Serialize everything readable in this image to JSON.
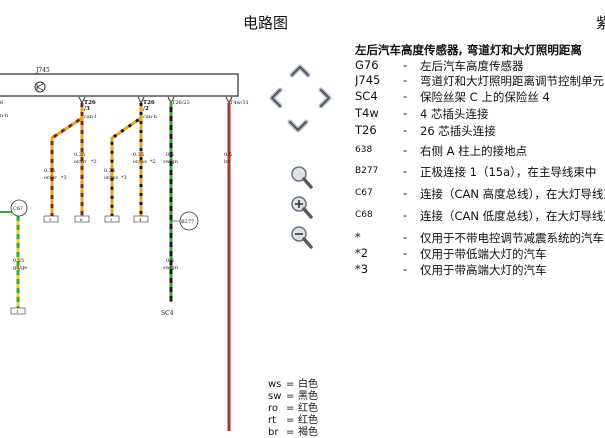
{
  "header": {
    "title": "电路图",
    "title_partial": "紫"
  },
  "diagram": {
    "component_label": "J745",
    "connector_t26": "T26",
    "pins": {
      "p3": "/3",
      "p2": "/2",
      "t26_23": "T26/23",
      "t4_31": "T4w/31"
    },
    "wire_labels": {
      "can_h_left": "can-h",
      "can_l": "can-l",
      "can_h": "can-h",
      "sw_gn": "sw/gn",
      "br": "br",
      "gn_ge": "gn/ge"
    },
    "gauges": {
      "g035": "0.35",
      "g05": "0.5"
    },
    "colors": {
      "or_br": "or/br",
      "or_ws": "or/ws",
      "or_ws2": "or/ws"
    },
    "stars": {
      "s3": "*3",
      "s2": "*2"
    },
    "nodes": {
      "c67": "C67",
      "b277": "B277",
      "sc4": "SC4"
    },
    "edge_labels": {
      "e6": "6",
      "eh": "n-h",
      "e2": "2"
    },
    "bottom_labels": {
      "b1": "5",
      "b2": "6",
      "b3": "3",
      "b4": "4",
      "b5": "1",
      "b6": "2"
    }
  },
  "navigation": {
    "up": "pan-up",
    "left": "pan-left",
    "right": "pan-right",
    "down": "pan-down",
    "zoom_fit": "zoom-fit",
    "zoom_in": "zoom-in",
    "zoom_out": "zoom-out"
  },
  "legend": {
    "title": "左后汽车高度传感器, 弯道灯和大灯照明距离",
    "items": [
      {
        "code": "G76",
        "dash": "-",
        "desc": "左后汽车高度传感器",
        "small": false
      },
      {
        "code": "J745",
        "dash": "-",
        "desc": "弯道灯和大灯照明距离调节控制单元",
        "small": false
      },
      {
        "code": "SC4",
        "dash": "-",
        "desc": "保险丝架 C 上的保险丝 4",
        "small": false
      },
      {
        "code": "T4w",
        "dash": "-",
        "desc": "4 芯插头连接",
        "small": false
      },
      {
        "code": "T26",
        "dash": "-",
        "desc": "26 芯插头连接",
        "small": false
      },
      {
        "code": "638",
        "dash": "-",
        "desc": "右侧 A 柱上的接地点",
        "small": true
      },
      {
        "code": "B277",
        "dash": "-",
        "desc": "正极连接 1（15a），在主导线束中",
        "small": true
      },
      {
        "code": "C67",
        "dash": "-",
        "desc": "连接（CAN 高度总线），在大灯导线束中",
        "small": true
      },
      {
        "code": "C68",
        "dash": "-",
        "desc": "连接（CAN 低度总线），在大灯导线束中",
        "small": true
      },
      {
        "code": "*",
        "dash": "-",
        "desc": "仅用于不带电控调节减震系统的汽车",
        "small": false
      },
      {
        "code": "*2",
        "dash": "-",
        "desc": "仅用于带低端大灯的汽车",
        "small": false
      },
      {
        "code": "*3",
        "dash": "-",
        "desc": "仅用于带高端大灯的汽车",
        "small": false
      }
    ]
  },
  "color_codes": [
    {
      "code": "ws",
      "eq": "=",
      "name": "白色"
    },
    {
      "code": "sw",
      "eq": "=",
      "name": "黑色"
    },
    {
      "code": "ro",
      "eq": "=",
      "name": "红色"
    },
    {
      "code": "rt",
      "eq": "=",
      "name": "红色"
    },
    {
      "code": "br",
      "eq": "=",
      "name": "褐色"
    }
  ]
}
